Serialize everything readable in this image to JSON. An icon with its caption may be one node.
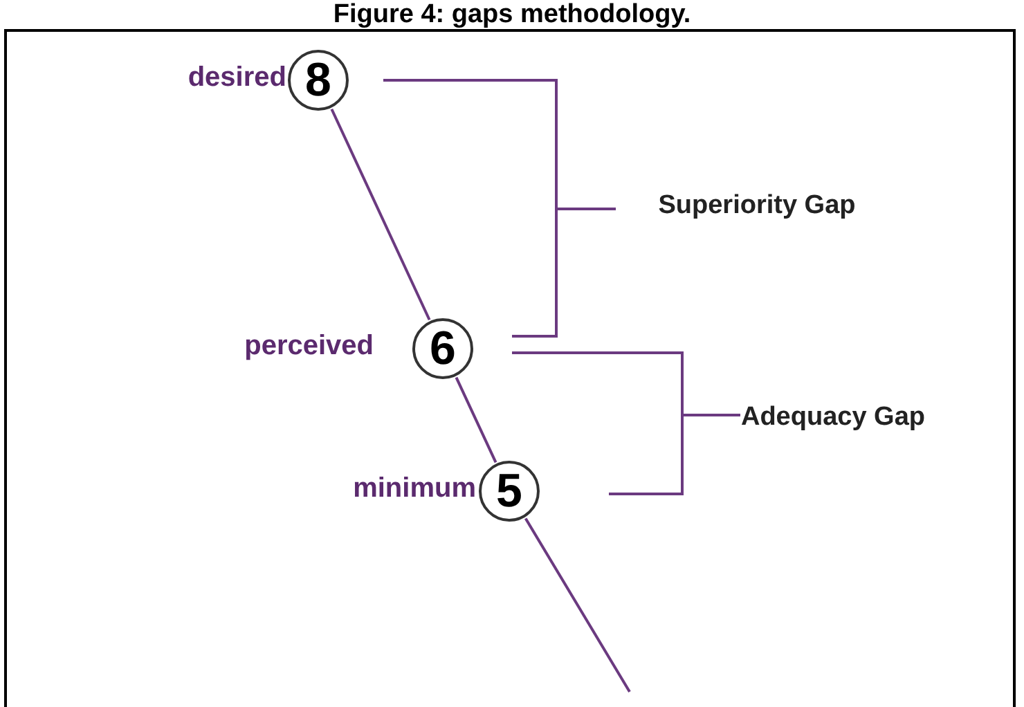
{
  "diagram": {
    "title": "Figure 4: gaps methodology.",
    "nodes": [
      {
        "text": [
          "8"
        ],
        "beside": [
          "desired"
        ]
      },
      {
        "text": [
          "6"
        ],
        "beside": [
          "perceived"
        ]
      },
      {
        "text": [
          "5"
        ],
        "beside": [
          "minimum"
        ]
      }
    ],
    "edges": [
      {
        "from": 0,
        "to": 1,
        "arrow": "none"
      },
      {
        "from": 1,
        "to": 2,
        "arrow": "none"
      },
      {
        "from": 2,
        "to": null,
        "arrow": "none"
      }
    ],
    "labels": [
      "Superiority Gap",
      "Adequacy Gap"
    ]
  }
}
